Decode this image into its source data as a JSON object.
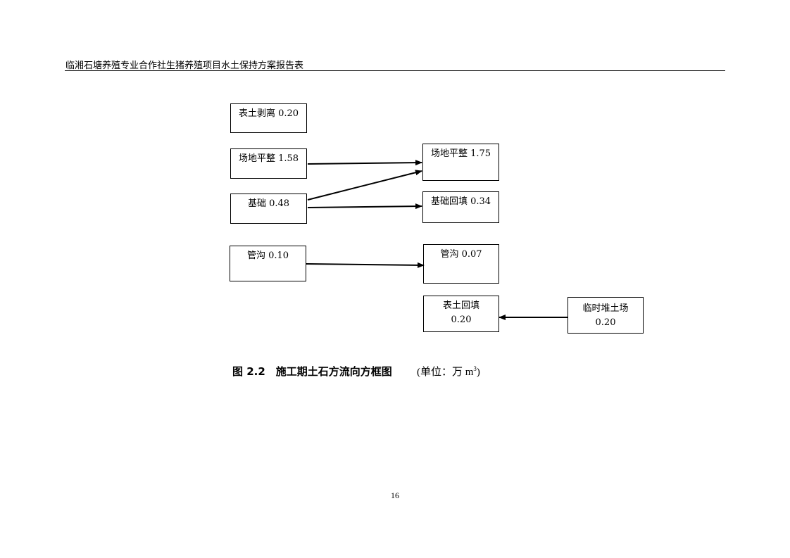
{
  "header": {
    "title": "临湘石塘养殖专业合作社生猪养殖项目水土保持方案报告表"
  },
  "diagram": {
    "sources": [
      {
        "label": "表土剥离 0.20"
      },
      {
        "label": "场地平整 1.58"
      },
      {
        "label": "基础 0.48"
      },
      {
        "label": "管沟 0.10"
      },
      {
        "line1": "临时堆土场",
        "line2": "0.20"
      }
    ],
    "targets": [
      {
        "label": "场地平整 1.75"
      },
      {
        "label": "基础回填 0.34"
      },
      {
        "label": "管沟 0.07"
      },
      {
        "line1": "表土回填",
        "line2": "0.20"
      }
    ]
  },
  "caption": {
    "title": "图 2.2　施工期土石方流向方框图",
    "unit_prefix": "(单位：万 m",
    "unit_sup": "3",
    "unit_suffix": ")"
  },
  "footer": {
    "page_number": "16"
  }
}
